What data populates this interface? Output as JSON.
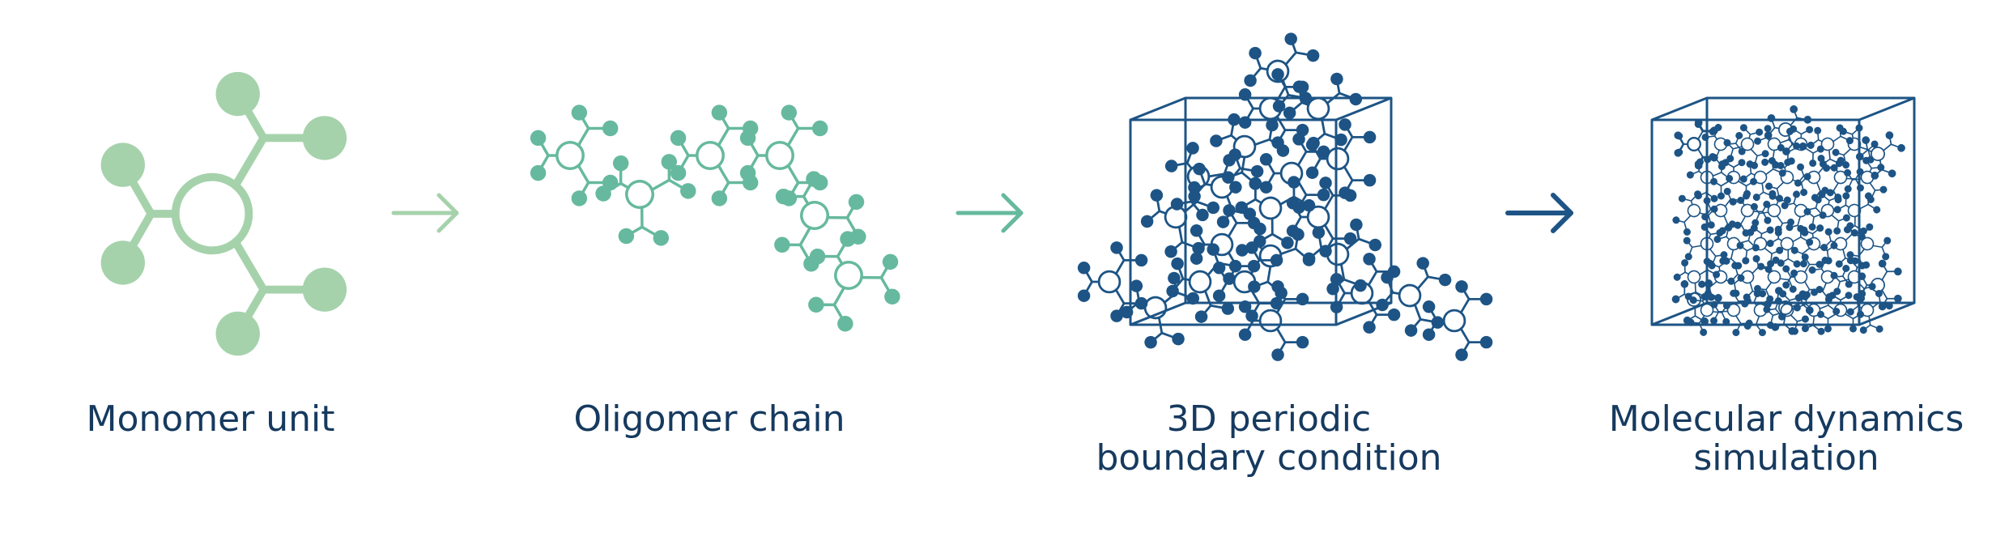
{
  "colors": {
    "light_green": "#a5d2ab",
    "mid_green": "#66b99e",
    "teal": "#3f8ba5",
    "dark_blue": "#1d5485",
    "text": "#163a5f"
  },
  "steps": [
    {
      "lines": [
        "Monomer unit"
      ]
    },
    {
      "lines": [
        "Oligomer chain"
      ]
    },
    {
      "lines": [
        "3D periodic",
        "boundary condition"
      ]
    },
    {
      "lines": [
        "Molecular dynamics",
        "simulation"
      ]
    }
  ]
}
